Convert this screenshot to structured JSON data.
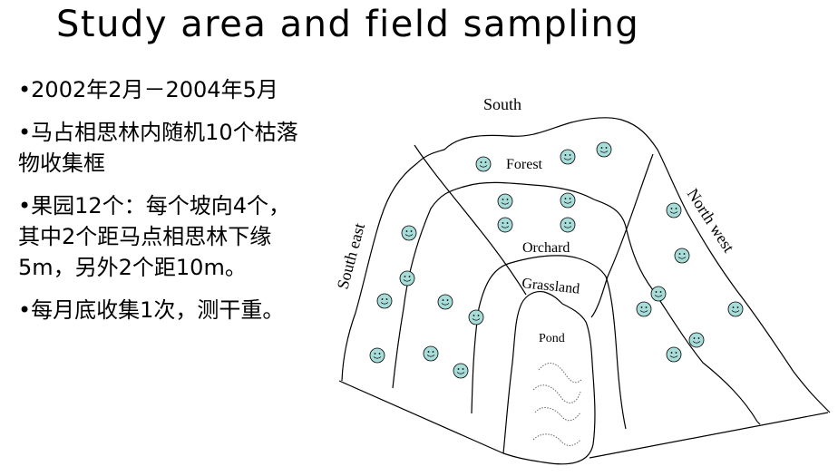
{
  "title": "Study area and field sampling",
  "bullets": [
    "•2002年2月－2004年5月",
    "•马占相思林内随机10个枯落物收集框",
    "•果园12个：每个坡向4个，其中2个距马点相思林下缘5m，另外2个距10m。",
    "•每月底收集1次，测干重。"
  ],
  "diagram": {
    "labels": {
      "south": "South",
      "south_east": "South east",
      "north_west": "North west",
      "forest": "Forest",
      "orchard": "Orchard",
      "grassland": "Grassland",
      "pond": "Pond"
    },
    "marker_icon": "smiley-face-icon",
    "marker_color": "#a8dcd9",
    "marker_count": 22
  }
}
